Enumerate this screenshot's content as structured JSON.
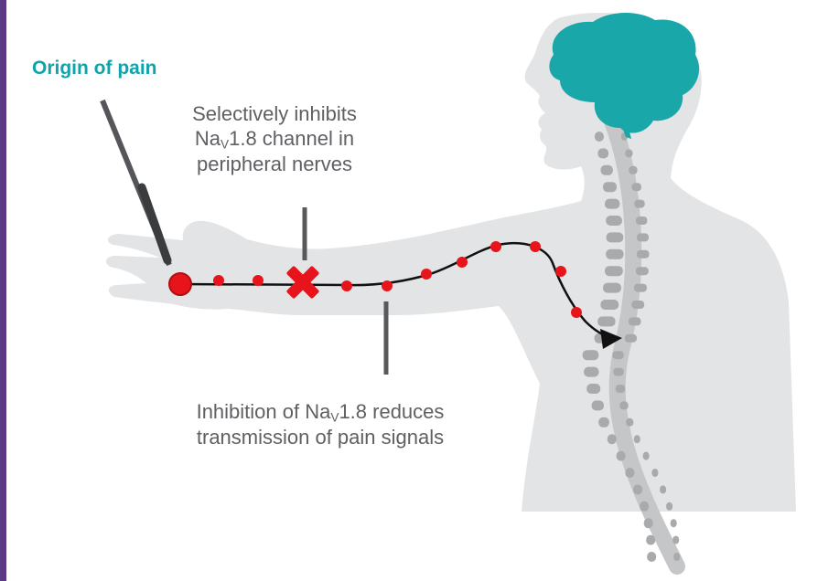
{
  "origin_label": "Origin of pain",
  "top_annotation": {
    "line1": "Selectively inhibits",
    "line2_pre": "Na",
    "line2_sub": "V",
    "line2_post": "1.8 channel in",
    "line3": "peripheral nerves"
  },
  "bottom_annotation": {
    "line1_pre": "Inhibition of Na",
    "line1_sub": "V",
    "line1_post": "1.8 reduces",
    "line2": "transmission of pain signals"
  },
  "colors": {
    "brain": "#1aa7aa",
    "body": "#e2e3e4",
    "spine": "#a9aaac",
    "signal_dot": "#e8141b",
    "block_mark": "#e8141b",
    "origin_text": "#0fa3ab",
    "annotation_text": "#5f6063",
    "border": "#5b3a86"
  },
  "icons": {
    "block": "red-x-icon",
    "arrowhead": "black-triangle-arrow-icon"
  }
}
